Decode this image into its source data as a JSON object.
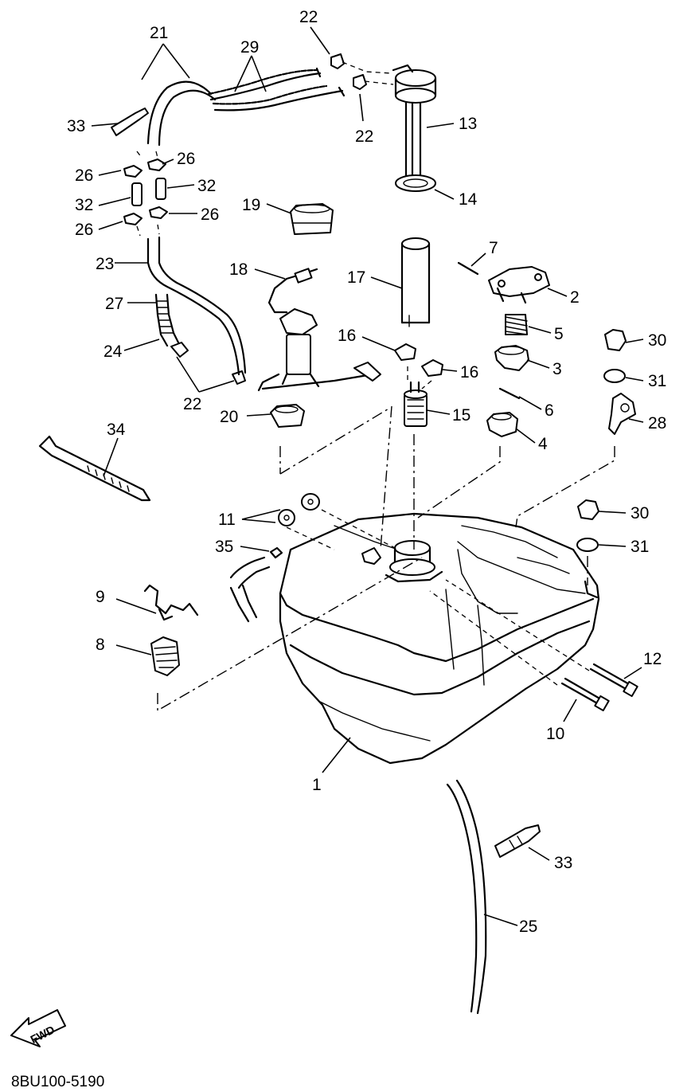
{
  "diagram": {
    "code": "8BU100-5190",
    "fwd_label": "FWD",
    "callouts": {
      "c1": "1",
      "c2": "2",
      "c3": "3",
      "c4": "4",
      "c5": "5",
      "c6": "6",
      "c7": "7",
      "c8": "8",
      "c9": "9",
      "c10": "10",
      "c11": "11",
      "c12": "12",
      "c13": "13",
      "c14": "14",
      "c15": "15",
      "c16a": "16",
      "c16b": "16",
      "c17": "17",
      "c18": "18",
      "c19": "19",
      "c20": "20",
      "c21": "21",
      "c22a": "22",
      "c22b": "22",
      "c22c": "22",
      "c23": "23",
      "c24": "24",
      "c25": "25",
      "c26a": "26",
      "c26b": "26",
      "c26c": "26",
      "c26d": "26",
      "c27": "27",
      "c28": "28",
      "c29": "29",
      "c30a": "30",
      "c30b": "30",
      "c31a": "31",
      "c31b": "31",
      "c32a": "32",
      "c32b": "32",
      "c33a": "33",
      "c33b": "33",
      "c34": "34",
      "c35": "35"
    }
  }
}
